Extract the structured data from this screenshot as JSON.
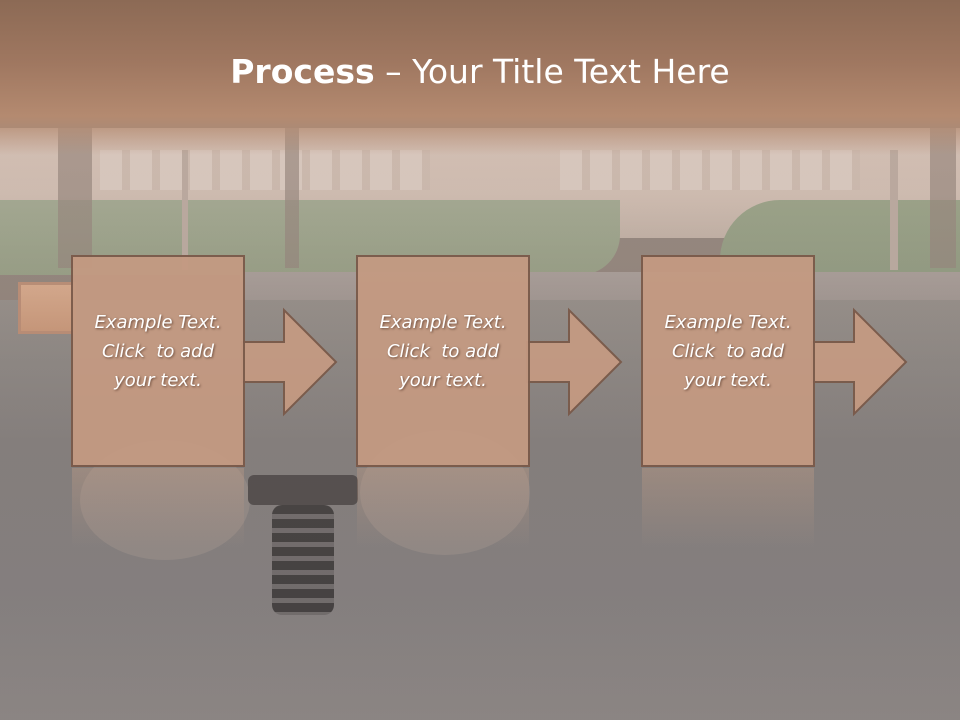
{
  "slide": {
    "title_bold": "Process",
    "title_separator": " – ",
    "title_rest": "Your Title Text Here"
  },
  "steps": [
    {
      "line1": "Example Text.",
      "line2": "Click  to add",
      "line3": "your text."
    },
    {
      "line1": "Example Text.",
      "line2": "Click  to add",
      "line3": "your text."
    },
    {
      "line1": "Example Text.",
      "line2": "Click  to add",
      "line3": "your text."
    }
  ],
  "colors": {
    "header": "#9f7760",
    "box_fill": "#c49a82",
    "box_stroke": "#7a5a4a",
    "arrow_fill": "#c49a82",
    "text": "#ffffff"
  }
}
